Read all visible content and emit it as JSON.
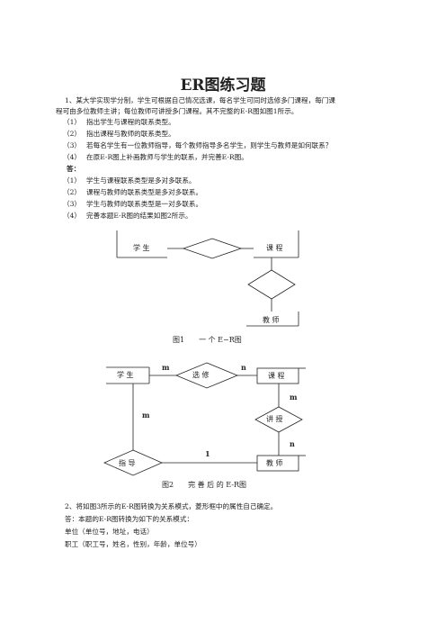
{
  "title": "ER图练习题",
  "q1": {
    "line1": "1、某大学实现学分制，学生可根据自己情况选课，每名学生可同时选修多门课程，每门课",
    "line2": "程可由多位教师主讲；每位教师可讲授多门课程。其不完整的E-R图如图1所示。",
    "items": [
      {
        "num": "（1）",
        "text": "指出学生与课程的联系类型。"
      },
      {
        "num": "（2）",
        "text": "指出课程与教师的联系类型。"
      },
      {
        "num": "（3）",
        "text": "若每名学生有一位教师指导，每个教师指导多名学生，则学生与教师是如何联系？"
      },
      {
        "num": "（4）",
        "text": "在原E-R图上补画教师与学生的联系，并完善E-R图。"
      }
    ],
    "answer_label": "答：",
    "answers": [
      {
        "num": "（1）",
        "text": "学生与课程联系类型是多对多联系。"
      },
      {
        "num": "（2）",
        "text": "课程与教师的联系类型是多对多联系。"
      },
      {
        "num": "（3）",
        "text": "学生与教师的联系类型是一对多联系。"
      },
      {
        "num": "（4）",
        "text": "完善本题E-R图的结果如图2所示。"
      }
    ]
  },
  "fig1": {
    "student": "学 生",
    "course": "课 程",
    "teacher": "教 师",
    "caption": "图1　　一 个 E−R图"
  },
  "fig2": {
    "student": "学 生",
    "course": "课 程",
    "teacher": "教 师",
    "select": "选 修",
    "teach": "讲 授",
    "guide": "指 导",
    "m1": "m",
    "n1": "n",
    "m2": "m",
    "n2": "n",
    "m3": "m",
    "one": "1",
    "caption": "图2　　完 善 后 的 E-R图"
  },
  "q2": {
    "line1": "2、将如图3所示的E-R图转换为关系模式，菱形框中的属性自己确定。",
    "line2": "答：本题的E-R图转换为如下的关系模式：",
    "line3": "单位（单位号，地址，电话）",
    "line4": "职工（职工号，姓名，性别，年龄，单位号）"
  }
}
